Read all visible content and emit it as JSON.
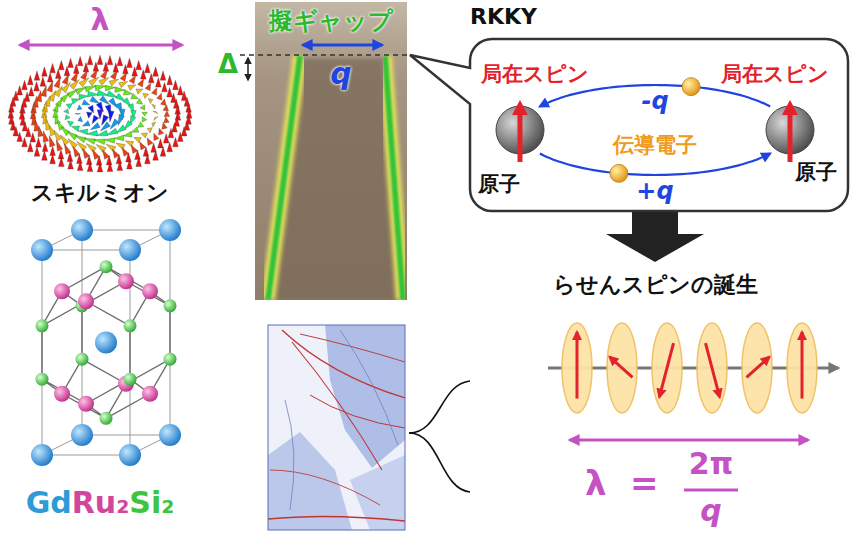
{
  "diagram": {
    "nodes": [
      {
        "text": [
          "RKKY"
        ]
      },
      {
        "text": [
          "原子"
        ],
        "in": 0
      },
      {
        "text": [
          "原子"
        ],
        "in": 0
      }
    ],
    "edges": [
      {
        "from": 2,
        "to": 1,
        "arrow": "to",
        "label": "-q"
      },
      {
        "from": 1,
        "to": 2,
        "arrow": "to",
        "label": "+q"
      }
    ],
    "labels": [
      "λ",
      "スキルミオン",
      "Gd",
      "Ru₂",
      "Si₂",
      "擬ギャップ",
      "Δ",
      "q",
      "局在スピン",
      "局在スピン",
      "伝導電子",
      "らせんスピンの誕生",
      "λ",
      "=",
      "2π",
      "q"
    ]
  }
}
